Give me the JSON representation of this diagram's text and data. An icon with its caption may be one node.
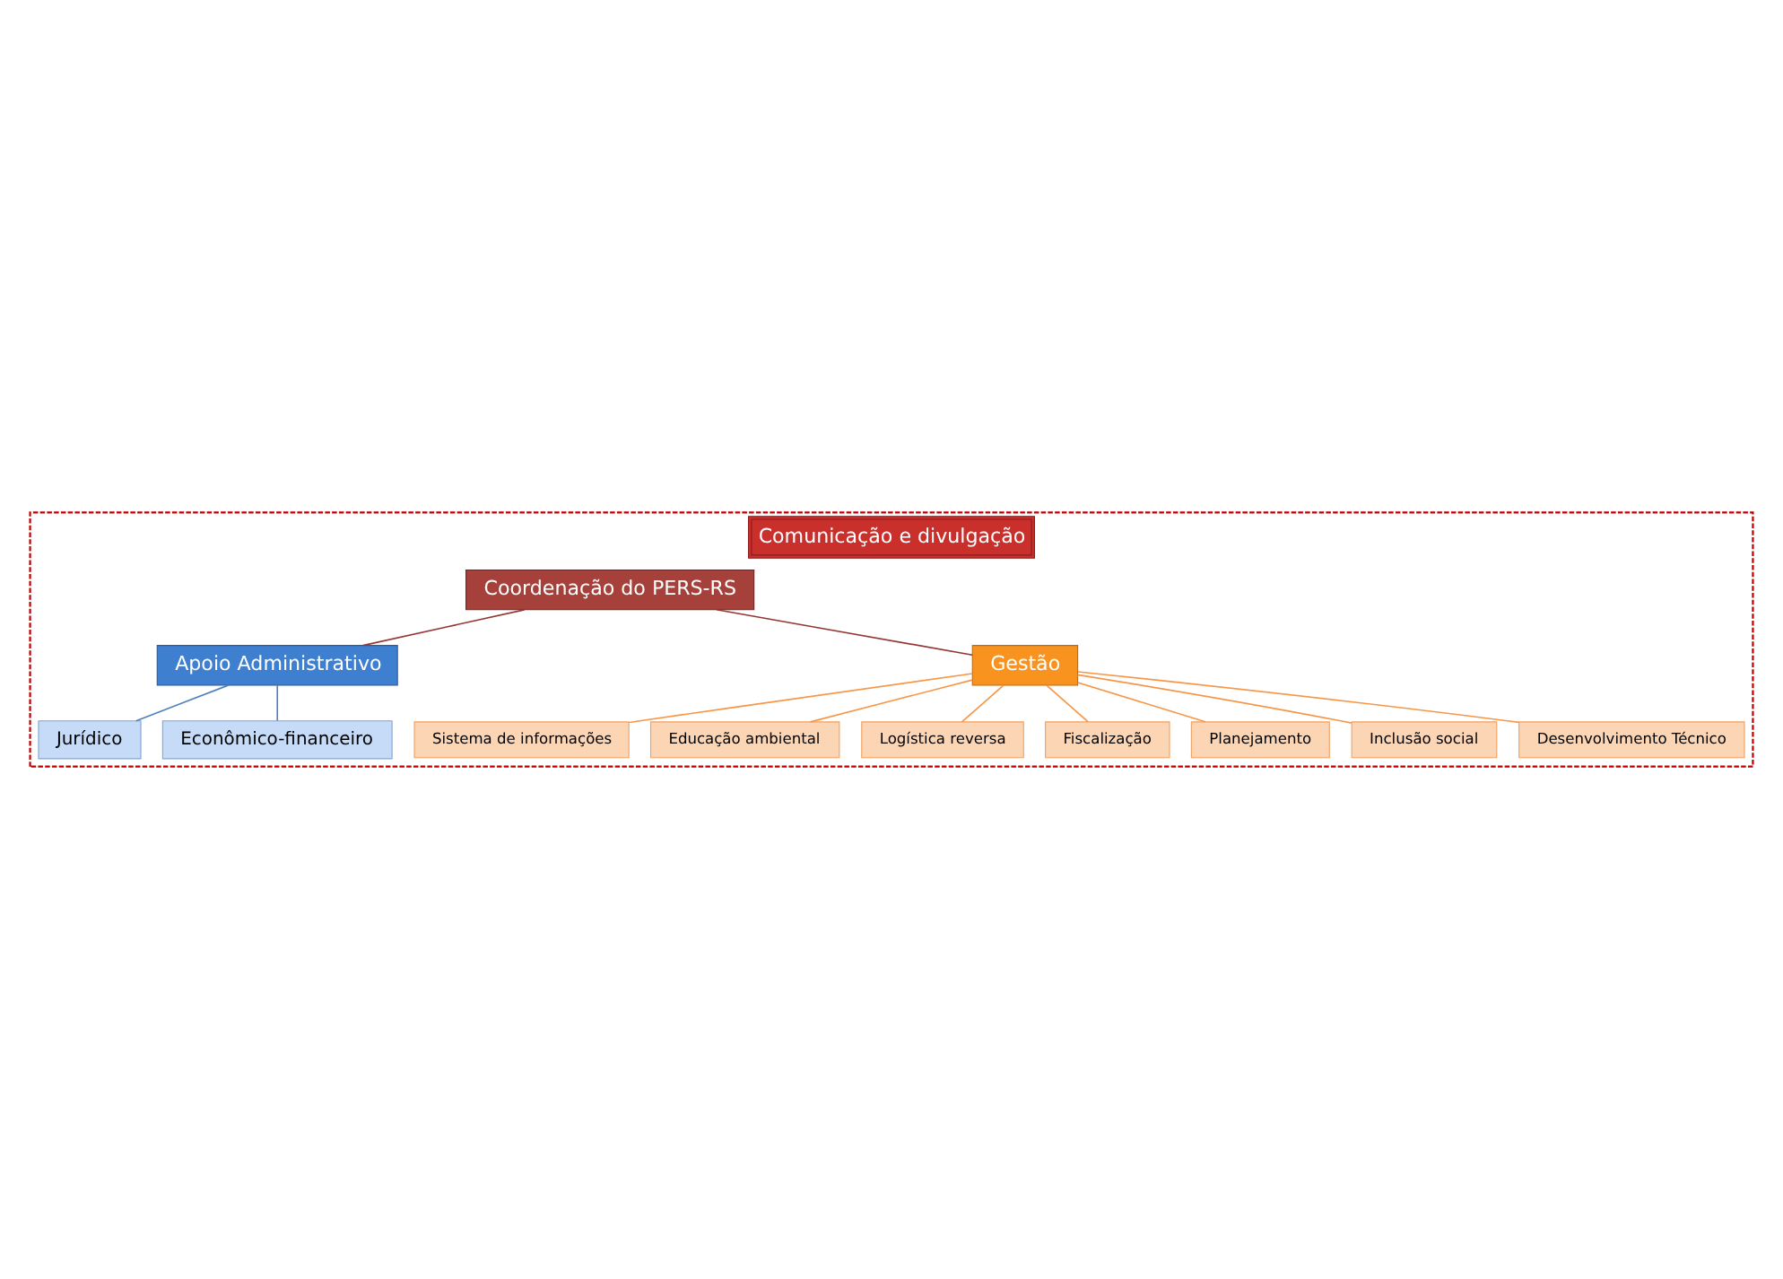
{
  "diagram": {
    "nodes": [
      {
        "text": [
          "Comunicação e divulgação"
        ]
      },
      {
        "text": [
          "Coordenação do PERS-RS"
        ],
        "in": 0
      },
      {
        "text": [
          "Apoio Administrativo"
        ],
        "in": 0
      },
      {
        "text": [
          "Gestão"
        ],
        "in": 0
      },
      {
        "text": [
          "Jurídico"
        ],
        "in": 0
      },
      {
        "text": [
          "Econômico-financeiro"
        ],
        "in": 0
      },
      {
        "text": [
          "Sistema de informações"
        ],
        "in": 0
      },
      {
        "text": [
          "Educação ambiental"
        ],
        "in": 0
      },
      {
        "text": [
          "Logística reversa"
        ],
        "in": 0
      },
      {
        "text": [
          "Fiscalização"
        ],
        "in": 0
      },
      {
        "text": [
          "Planejamento"
        ],
        "in": 0
      },
      {
        "text": [
          "Inclusão social"
        ],
        "in": 0
      },
      {
        "text": [
          "Desenvolvimento Técnico"
        ],
        "in": 0
      }
    ],
    "edges": [
      {
        "from": 1,
        "to": 2,
        "arrow": "none",
        "color": "#943634"
      },
      {
        "from": 1,
        "to": 3,
        "arrow": "none",
        "color": "#943634"
      },
      {
        "from": 2,
        "to": 4,
        "arrow": "none",
        "color": "#4f81bd"
      },
      {
        "from": 2,
        "to": 5,
        "arrow": "none",
        "color": "#4f81bd"
      },
      {
        "from": 3,
        "to": 6,
        "arrow": "none"
      },
      {
        "from": 3,
        "to": 7,
        "arrow": "none"
      },
      {
        "from": 3,
        "to": 8,
        "arrow": "none"
      },
      {
        "from": 3,
        "to": 9,
        "arrow": "none"
      },
      {
        "from": 3,
        "to": 10,
        "arrow": "none"
      },
      {
        "from": 3,
        "to": 11,
        "arrow": "none"
      },
      {
        "from": 3,
        "to": 12,
        "arrow": "none"
      }
    ]
  }
}
